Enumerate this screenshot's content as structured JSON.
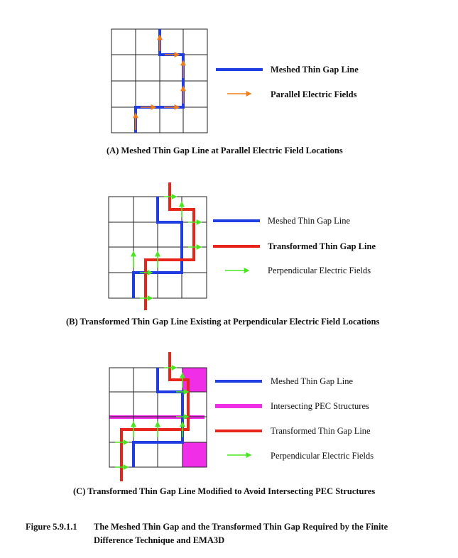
{
  "colors": {
    "grid": "#222222",
    "meshed_line": "#1f3de0",
    "transformed_line": "#e8251a",
    "parallel_field_arrow": "#f07f1a",
    "perpendicular_field_arrow": "#49e61e",
    "pec_structure": "#f02ee8"
  },
  "panel_a": {
    "legend": {
      "meshed": "Meshed Thin Gap Line",
      "fields": "Parallel Electric Fields"
    },
    "caption": "(A)  Meshed Thin Gap Line at Parallel Electric Field Locations"
  },
  "panel_b": {
    "legend": {
      "meshed": "Meshed Thin Gap Line",
      "transformed": "Transformed Thin Gap Line",
      "fields": "Perpendicular Electric Fields"
    },
    "caption": "(B)  Transformed Thin Gap Line Existing at Perpendicular Electric Field Locations"
  },
  "panel_c": {
    "legend": {
      "meshed": "Meshed Thin Gap Line",
      "pec": "Intersecting PEC Structures",
      "transformed": "Transformed Thin Gap Line",
      "fields": "Perpendicular Electric Fields"
    },
    "caption": "(C)  Transformed Thin Gap Line Modified to Avoid Intersecting PEC Structures"
  },
  "figure_caption": {
    "number": "Figure 5.9.1.1",
    "text": "The Meshed Thin Gap and the Transformed Thin Gap Required by the Finite Difference Technique and EMA3D"
  }
}
